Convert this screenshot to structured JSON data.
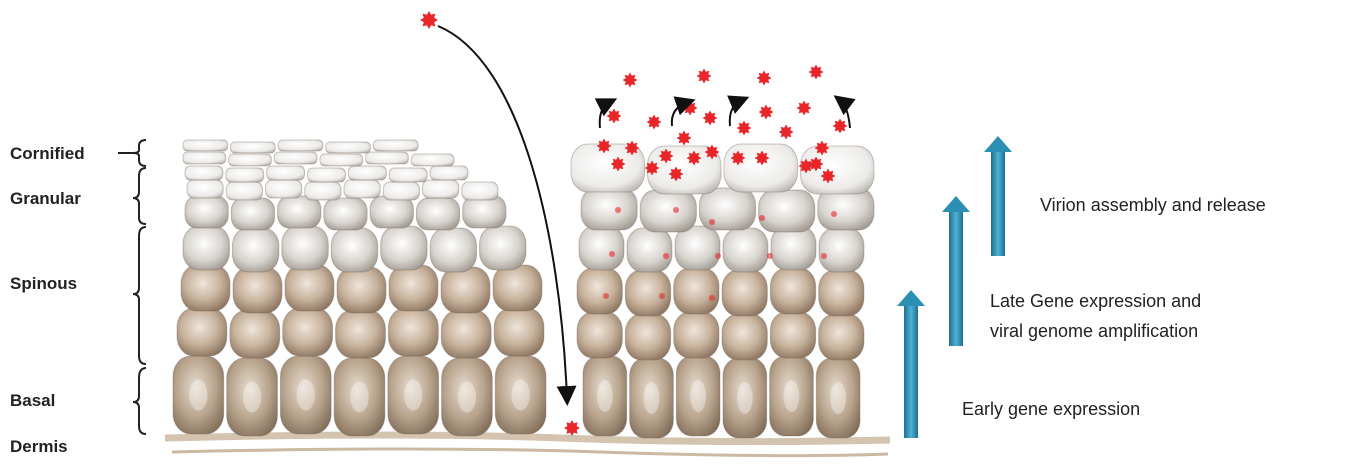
{
  "layers": [
    {
      "key": "cornified",
      "label": "Cornified"
    },
    {
      "key": "granular",
      "label": "Granular"
    },
    {
      "key": "spinous",
      "label": "Spinous"
    },
    {
      "key": "basal",
      "label": "Basal"
    },
    {
      "key": "dermis",
      "label": "Dermis"
    }
  ],
  "stages": {
    "early": {
      "label": "Early gene expression"
    },
    "late": {
      "line1": "Late Gene expression and",
      "line2": "viral genome amplification"
    },
    "virion": {
      "label": "Virion assembly and release"
    }
  },
  "colors": {
    "virion": "#e8262a",
    "arrow": "#2b8fb3",
    "cell_tan": "#b49a82",
    "cell_grey": "#cfcac5",
    "cell_light": "#eceae8",
    "dermis": "#d4c3ae"
  }
}
